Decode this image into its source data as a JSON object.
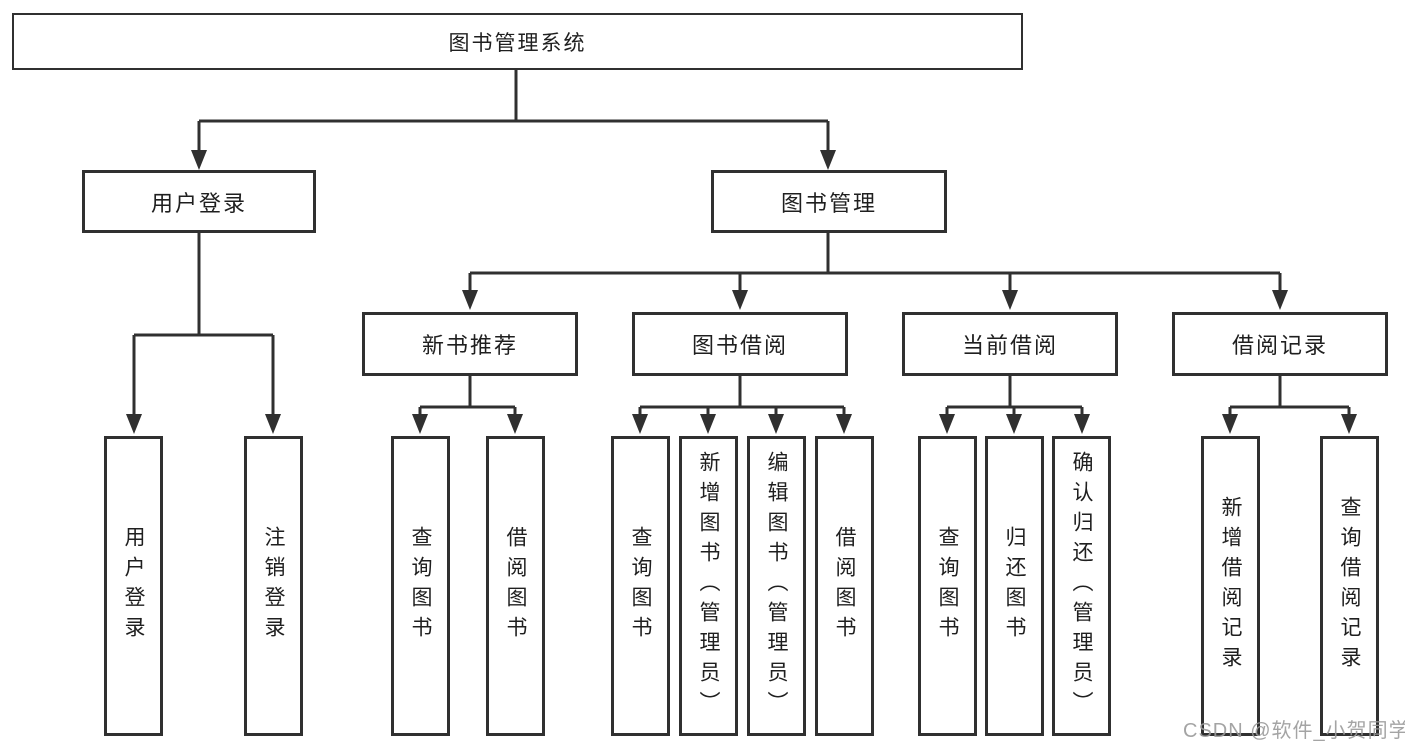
{
  "diagram": {
    "root": {
      "label": "图书管理系统"
    },
    "branches": [
      {
        "label": "用户登录",
        "children": [
          {
            "label": "用户登录"
          },
          {
            "label": "注销登录"
          }
        ]
      },
      {
        "label": "图书管理",
        "children": [
          {
            "label": "新书推荐",
            "children": [
              {
                "label": "查询图书"
              },
              {
                "label": "借阅图书"
              }
            ]
          },
          {
            "label": "图书借阅",
            "children": [
              {
                "label": "查询图书"
              },
              {
                "label": "新增图书（管理员）"
              },
              {
                "label": "编辑图书（管理员）"
              },
              {
                "label": "借阅图书"
              }
            ]
          },
          {
            "label": "当前借阅",
            "children": [
              {
                "label": "查询图书"
              },
              {
                "label": "归还图书"
              },
              {
                "label": "确认归还（管理员）"
              }
            ]
          },
          {
            "label": "借阅记录",
            "children": [
              {
                "label": "新增借阅记录"
              },
              {
                "label": "查询借阅记录"
              }
            ]
          }
        ]
      }
    ],
    "watermark": "CSDN @软件_小贺同学",
    "colors": {
      "line": "#303030",
      "text": "#1f1f1f",
      "background": "#ffffff",
      "watermark": "#9b9b9b"
    }
  }
}
